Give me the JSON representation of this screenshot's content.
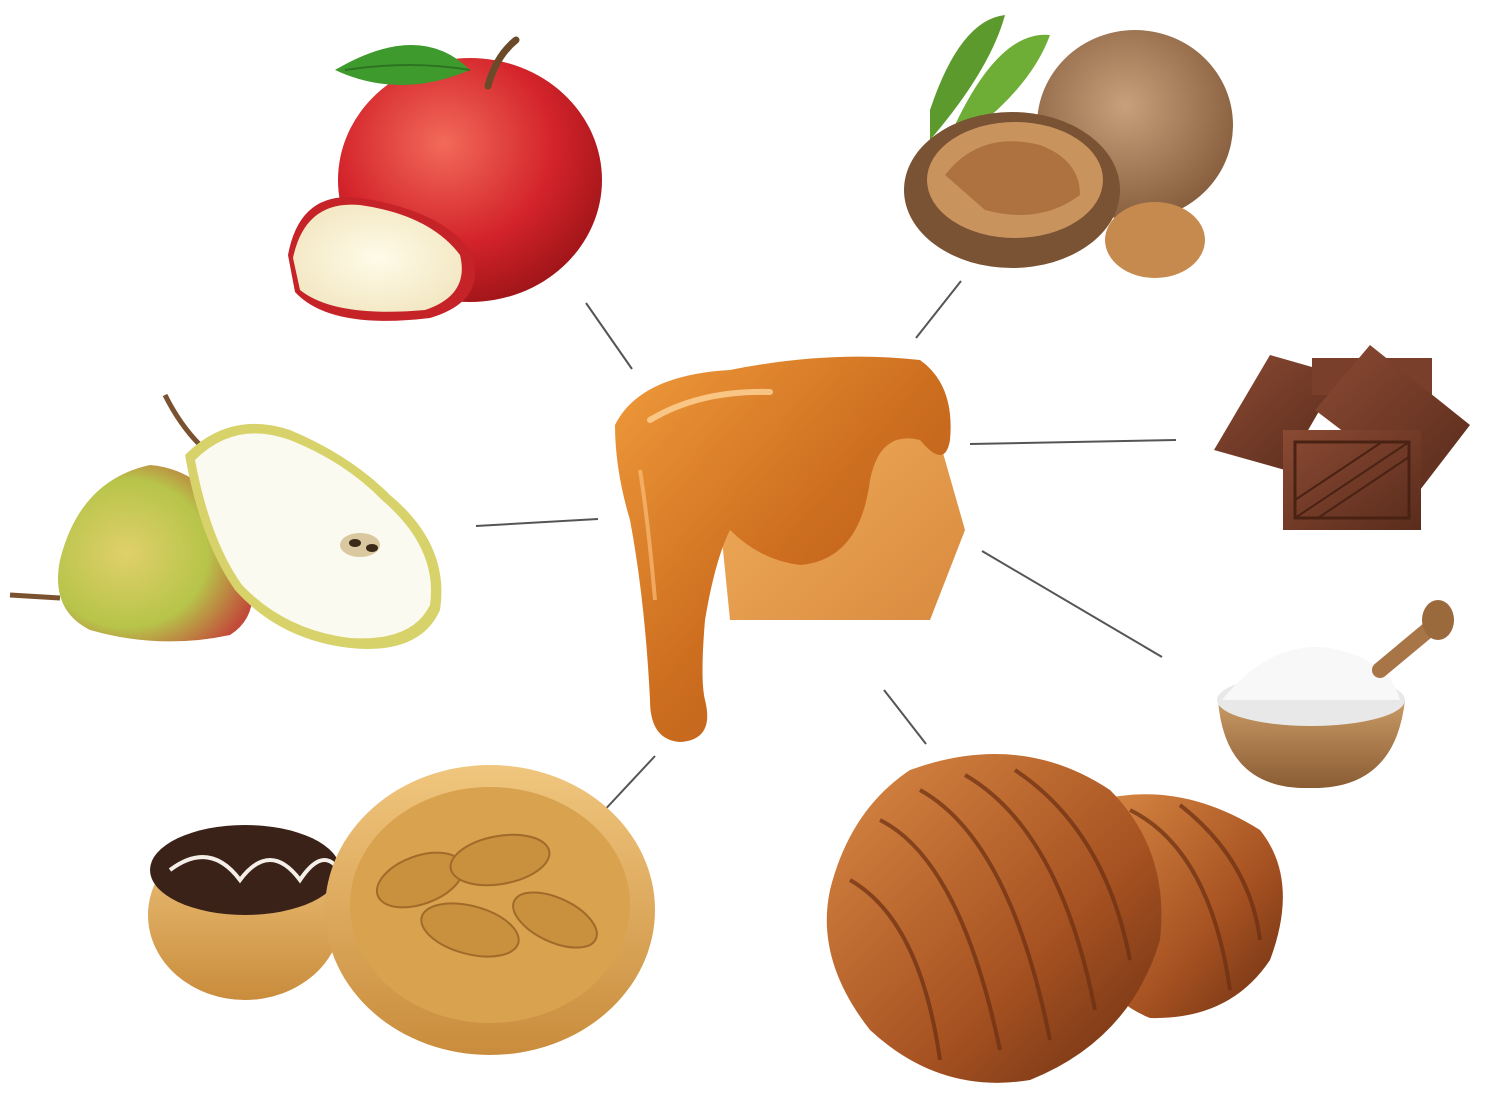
{
  "scene": {
    "center": {
      "name": "caramel",
      "icon": "caramel-icon",
      "color": "#C8701E"
    },
    "items": [
      {
        "name": "apple",
        "icon": "apple-icon",
        "color": "#D62A2A"
      },
      {
        "name": "walnut",
        "icon": "walnut-icon",
        "color": "#B98A5E"
      },
      {
        "name": "chocolate",
        "icon": "chocolate-icon",
        "color": "#6E3B28"
      },
      {
        "name": "sugar",
        "icon": "sugar-bowl-icon",
        "color": "#F4F4F4"
      },
      {
        "name": "pastry",
        "icon": "pastry-icon",
        "color": "#B8652B"
      },
      {
        "name": "tarts",
        "icon": "tart-icon",
        "color": "#D9A55A"
      },
      {
        "name": "pear",
        "icon": "pear-icon",
        "color": "#C8CF5A"
      }
    ],
    "connector_color": "#555555"
  }
}
